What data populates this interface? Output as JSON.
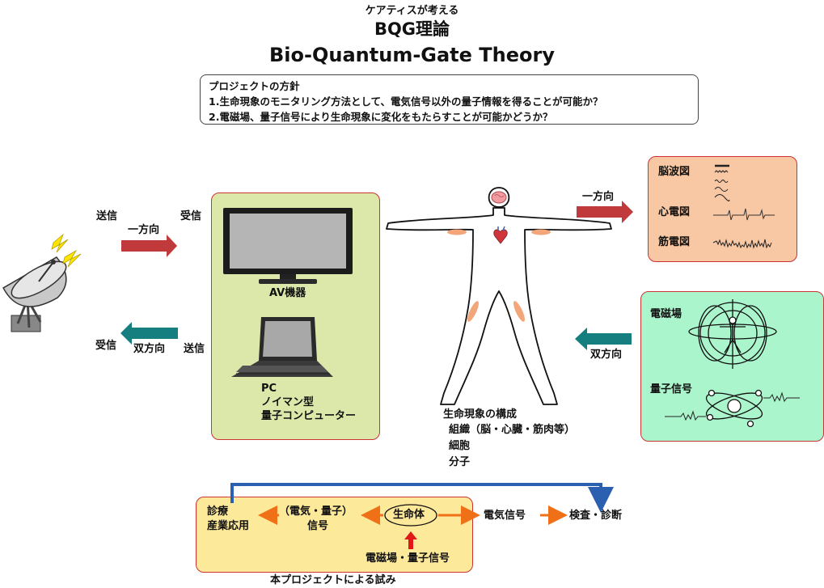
{
  "header": {
    "subtitle": "ケアティスが考える",
    "title_jp": "BQG理論",
    "title_en": "Bio-Quantum-Gate Theory"
  },
  "policy": {
    "heading": "プロジェクトの方針",
    "line1": "1.生命現象のモニタリング方法として、電気信号以外の量子情報を得ることが可能か？",
    "line2": "2.電磁場、量子信号により生命現象に変化をもたらすことが可能かどうか？"
  },
  "left_flow": {
    "send_top": "送信",
    "one_way": "一方向",
    "receive_top": "受信",
    "receive_bottom": "受信",
    "two_way": "双方向",
    "send_bottom": "送信"
  },
  "devices": {
    "av_label": "AV機器",
    "pc_line1": "PC",
    "pc_line2": "ノイマン型",
    "pc_line3": "量子コンピューター"
  },
  "body_structure": {
    "heading": "生命現象の構成",
    "item1": "組織（脳・心臓・筋肉等）",
    "item2": "細胞",
    "item3": "分子"
  },
  "right_flow": {
    "one_way": "一方向",
    "two_way": "双方向",
    "eeg": "脳波図",
    "ecg": "心電図",
    "emg": "筋電図",
    "em_field": "電磁場",
    "quantum_signal": "量子信号"
  },
  "application": {
    "medical_line1": "診療",
    "medical_line2": "産業応用",
    "signal_line1": "（電気・量子）",
    "signal_line2": "信号",
    "organism": "生命体",
    "em_quantum": "電磁場・量子信号",
    "electric_signal": "電気信号",
    "diagnosis": "検査・診断",
    "caption": "本プロジェクトによる試み"
  },
  "colors": {
    "arrow_red": "#c0393b",
    "arrow_teal": "#157f7f",
    "arrow_orange": "#f07018",
    "arrow_blue": "#2b5fb0",
    "av_panel": "#dce8a9",
    "eeg_panel": "#f8c7a3",
    "em_panel": "#aaf5cc",
    "app_panel": "#fde99a"
  }
}
